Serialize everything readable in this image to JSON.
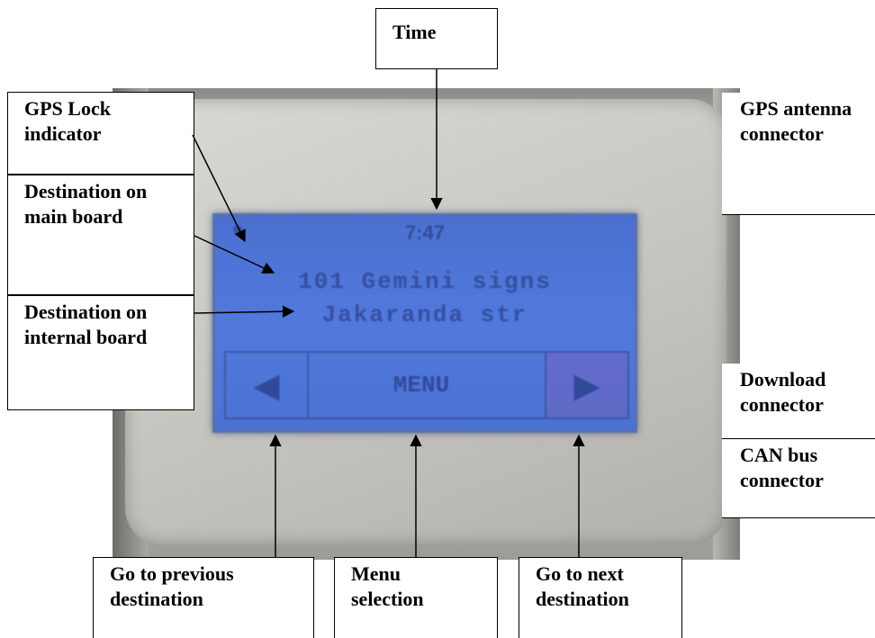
{
  "labels": {
    "time": "Time",
    "gps_lock": "GPS Lock indicator",
    "dest_main": "Destination on main board",
    "dest_internal": "Destination on internal board",
    "gps_antenna": "GPS antenna connector",
    "download": "Download connector",
    "canbus": "CAN bus connector",
    "prev": "Go to previous destination",
    "menu": "Menu selection",
    "next": "Go to next destination"
  },
  "screen": {
    "time": "7:47",
    "line1": "101 Gemini signs",
    "line2": "Jakaranda str",
    "menu": "MENU",
    "prev_symbol": "◀",
    "next_symbol": "▶"
  }
}
